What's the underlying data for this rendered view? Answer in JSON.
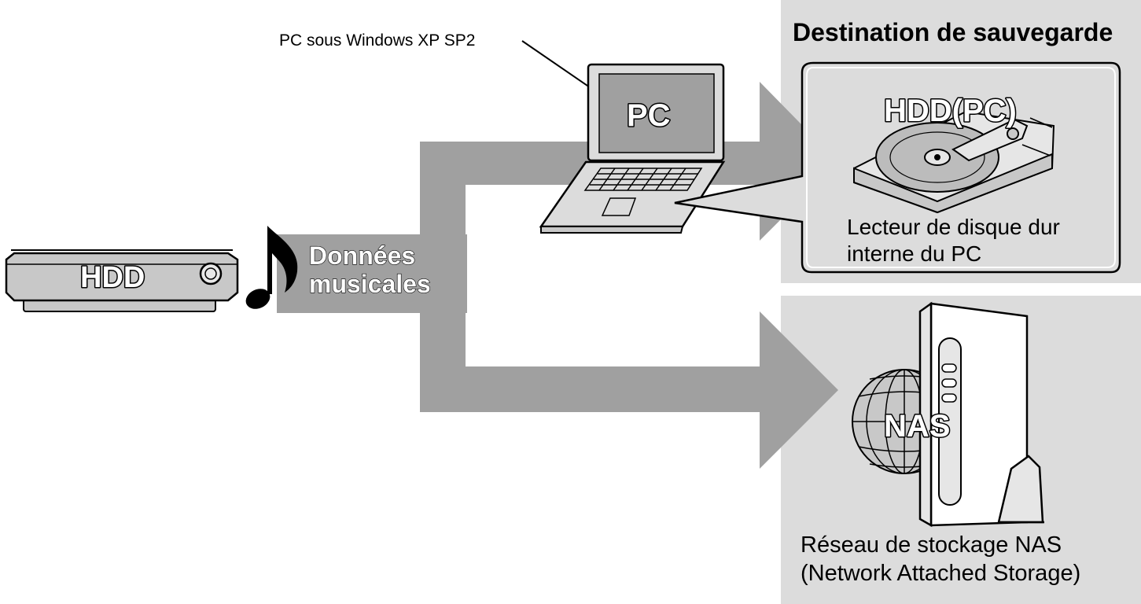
{
  "pc_os_label": "PC sous Windows XP SP2",
  "backup_destination_title": "Destination de sauvegarde",
  "recorder_label": "HDD",
  "music_data_label_line1": "Données",
  "music_data_label_line2": "musicales",
  "pc_screen_label": "PC",
  "pc_hdd_title": "HDD(PC)",
  "pc_hdd_caption_line1": "Lecteur de disque dur",
  "pc_hdd_caption_line2": "interne du PC",
  "nas_label": "NAS",
  "nas_caption_line1": "Réseau de stockage NAS",
  "nas_caption_line2": "(Network Attached Storage)",
  "colors": {
    "panel_bg": "#dcdcdc",
    "arrow_gray": "#a0a0a0",
    "device_gray": "#c8c8c8",
    "line": "#000000"
  },
  "icons": [
    "music-note-icon",
    "hard-disk-icon",
    "globe-icon",
    "laptop-icon",
    "nas-tower-icon",
    "hdd-recorder-icon"
  ]
}
